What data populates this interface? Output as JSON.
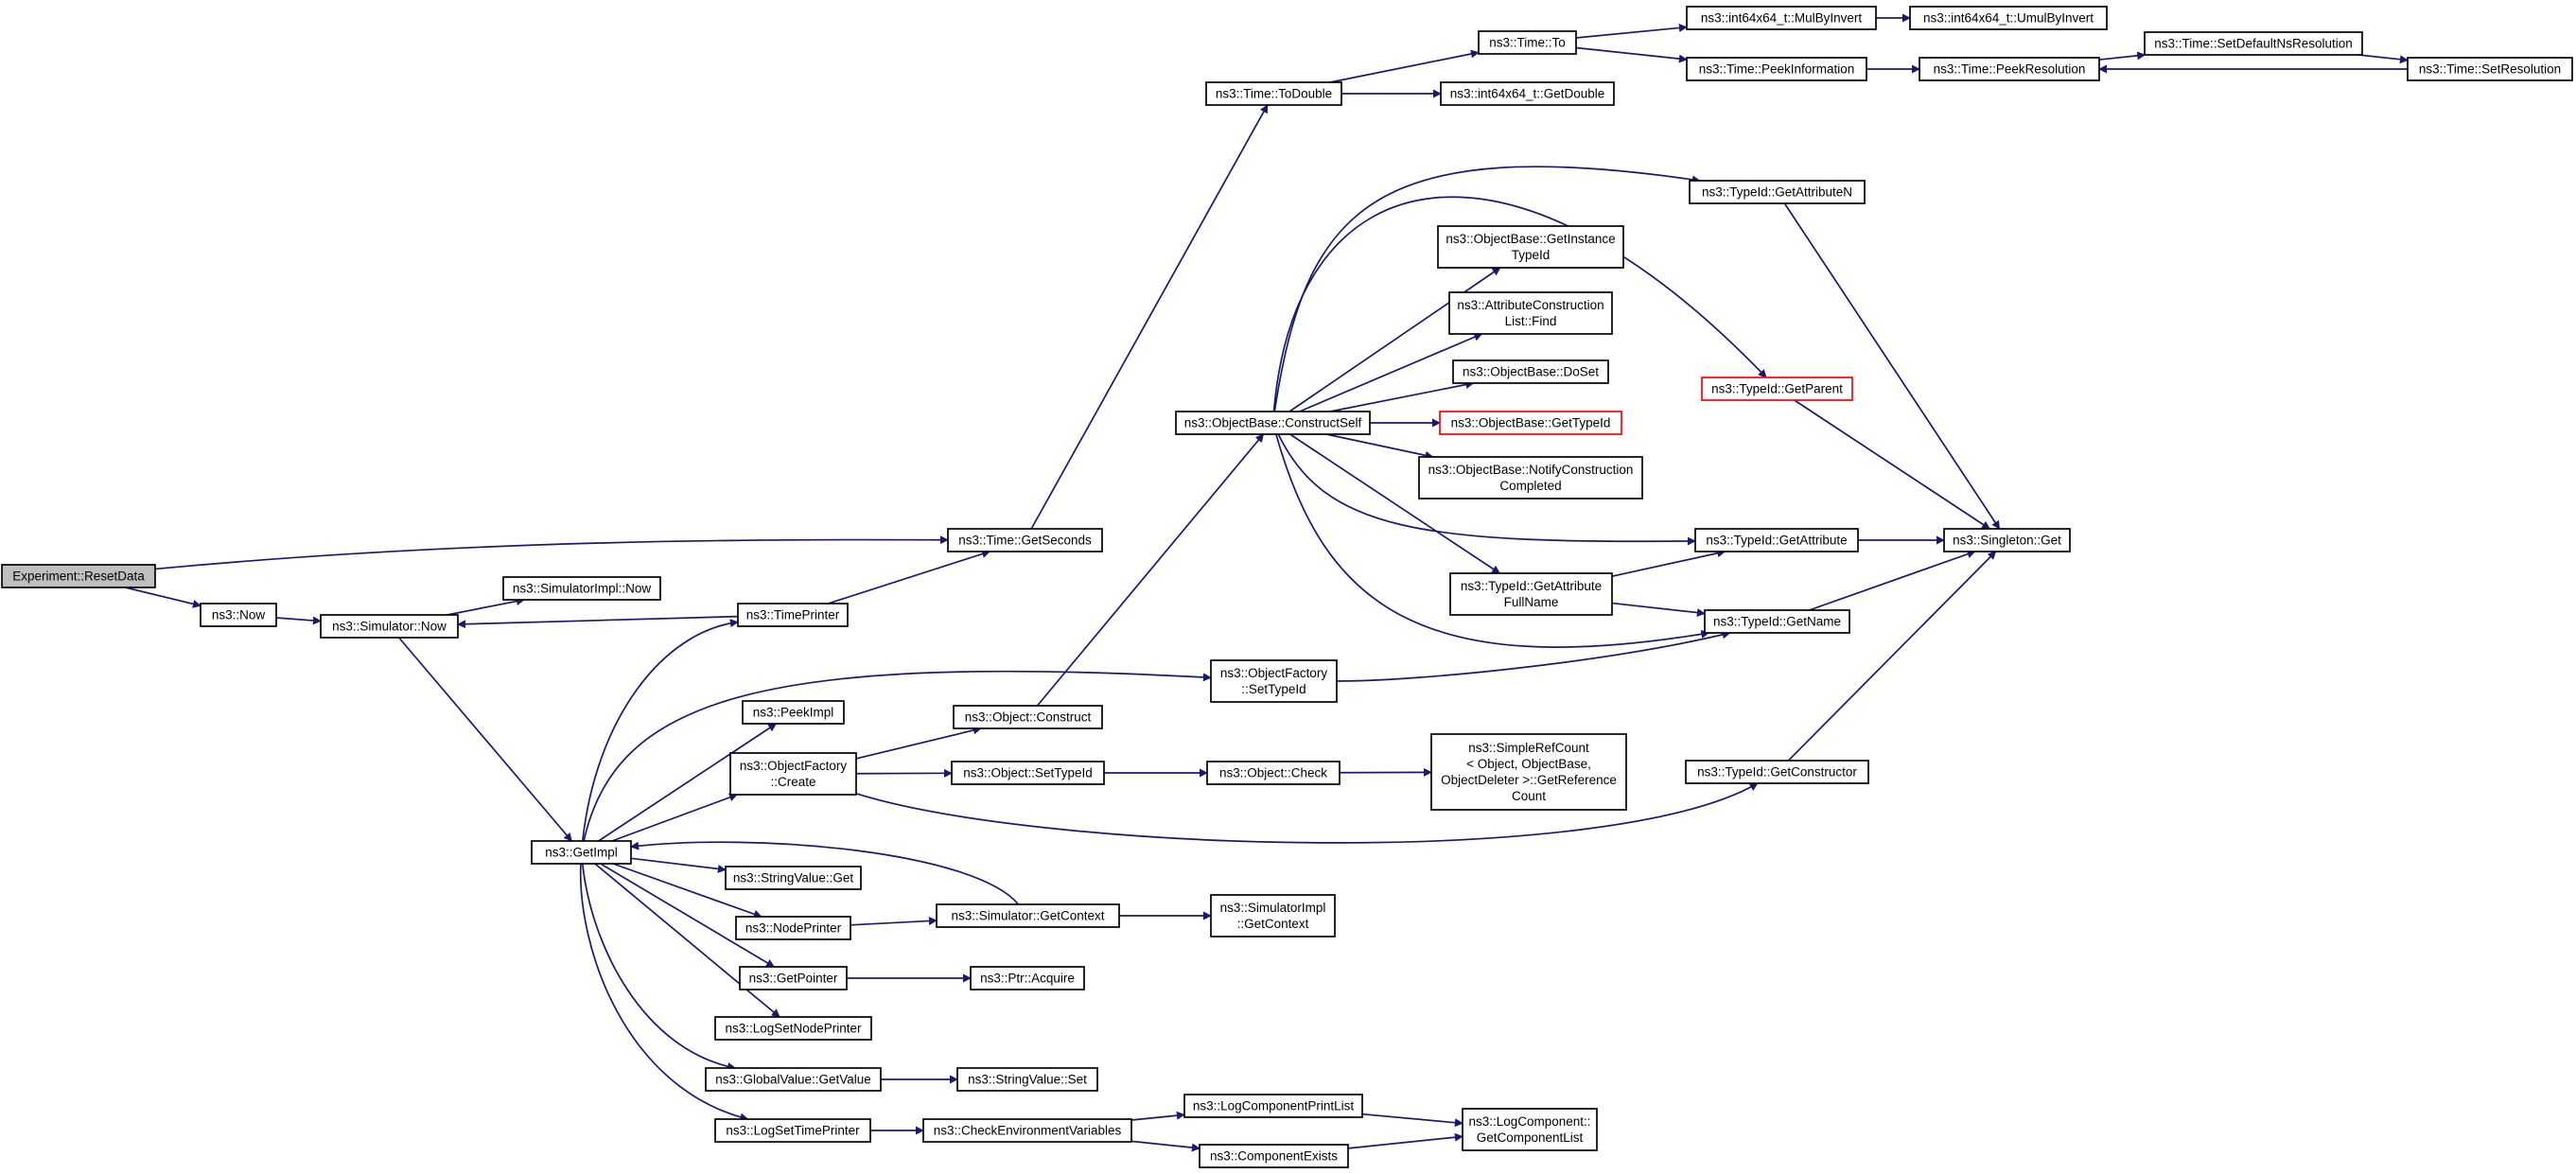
{
  "graph": {
    "root": "Experiment::ResetData",
    "edge_color": "#191970",
    "root_fill": "#bfbfbf",
    "truncated_border_color": "#ff0000",
    "nodes": [
      {
        "id": "resetdata",
        "lines": [
          "Experiment::ResetData"
        ],
        "root": true
      },
      {
        "id": "now",
        "lines": [
          "ns3::Now"
        ]
      },
      {
        "id": "simnow",
        "lines": [
          "ns3::Simulator::Now"
        ]
      },
      {
        "id": "simimplnow",
        "lines": [
          "ns3::SimulatorImpl::Now"
        ]
      },
      {
        "id": "timeprinter",
        "lines": [
          "ns3::TimePrinter"
        ]
      },
      {
        "id": "getseconds",
        "lines": [
          "ns3::Time::GetSeconds"
        ]
      },
      {
        "id": "todouble",
        "lines": [
          "ns3::Time::ToDouble"
        ]
      },
      {
        "id": "timeto",
        "lines": [
          "ns3::Time::To"
        ]
      },
      {
        "id": "getdouble",
        "lines": [
          "ns3::int64x64_t::GetDouble"
        ]
      },
      {
        "id": "mulbyinvert",
        "lines": [
          "ns3::int64x64_t::MulByInvert"
        ]
      },
      {
        "id": "umulbyinvert",
        "lines": [
          "ns3::int64x64_t::UmulByInvert"
        ]
      },
      {
        "id": "peekinfo",
        "lines": [
          "ns3::Time::PeekInformation"
        ]
      },
      {
        "id": "peekres",
        "lines": [
          "ns3::Time::PeekResolution"
        ]
      },
      {
        "id": "setdefaultns",
        "lines": [
          "ns3::Time::SetDefaultNsResolution"
        ]
      },
      {
        "id": "setres",
        "lines": [
          "ns3::Time::SetResolution"
        ]
      },
      {
        "id": "getimpl",
        "lines": [
          "ns3::GetImpl"
        ]
      },
      {
        "id": "peekimpl",
        "lines": [
          "ns3::PeekImpl"
        ]
      },
      {
        "id": "objfactcreate",
        "lines": [
          "ns3::ObjectFactory",
          "::Create"
        ]
      },
      {
        "id": "stringvalueget",
        "lines": [
          "ns3::StringValue::Get"
        ]
      },
      {
        "id": "nodeprinter",
        "lines": [
          "ns3::NodePrinter"
        ]
      },
      {
        "id": "getpointer",
        "lines": [
          "ns3::GetPointer"
        ]
      },
      {
        "id": "logsetnodeprinter",
        "lines": [
          "ns3::LogSetNodePrinter"
        ]
      },
      {
        "id": "globalvalueget",
        "lines": [
          "ns3::GlobalValue::GetValue"
        ]
      },
      {
        "id": "logsettimeprinter",
        "lines": [
          "ns3::LogSetTimePrinter"
        ]
      },
      {
        "id": "objfactsettypeid",
        "lines": [
          "ns3::ObjectFactory",
          "::SetTypeId"
        ]
      },
      {
        "id": "objconstruct",
        "lines": [
          "ns3::Object::Construct"
        ]
      },
      {
        "id": "objsettypeid",
        "lines": [
          "ns3::Object::SetTypeId"
        ]
      },
      {
        "id": "objcheck",
        "lines": [
          "ns3::Object::Check"
        ]
      },
      {
        "id": "simplerefcount",
        "lines": [
          "ns3::SimpleRefCount",
          "< Object, ObjectBase,",
          "ObjectDeleter >::GetReference",
          "Count"
        ]
      },
      {
        "id": "simgetcontext",
        "lines": [
          "ns3::Simulator::GetContext"
        ]
      },
      {
        "id": "simimplgetcontext",
        "lines": [
          "ns3::SimulatorImpl",
          "::GetContext"
        ]
      },
      {
        "id": "ptracquire",
        "lines": [
          "ns3::Ptr::Acquire"
        ]
      },
      {
        "id": "stringvalueset",
        "lines": [
          "ns3::StringValue::Set"
        ]
      },
      {
        "id": "checkenv",
        "lines": [
          "ns3::CheckEnvironmentVariables"
        ]
      },
      {
        "id": "logcompprintlist",
        "lines": [
          "ns3::LogComponentPrintList"
        ]
      },
      {
        "id": "compexists",
        "lines": [
          "ns3::ComponentExists"
        ]
      },
      {
        "id": "getcomplist",
        "lines": [
          "ns3::LogComponent::",
          "GetComponentList"
        ]
      },
      {
        "id": "constructself",
        "lines": [
          "ns3::ObjectBase::ConstructSelf"
        ]
      },
      {
        "id": "getinstancetypeid",
        "lines": [
          "ns3::ObjectBase::GetInstance",
          "TypeId"
        ]
      },
      {
        "id": "attrconstrfind",
        "lines": [
          "ns3::AttributeConstruction",
          "List::Find"
        ]
      },
      {
        "id": "doset",
        "lines": [
          "ns3::ObjectBase::DoSet"
        ]
      },
      {
        "id": "objbasegettypeid",
        "lines": [
          "ns3::ObjectBase::GetTypeId"
        ],
        "truncated": true
      },
      {
        "id": "notifyconstr",
        "lines": [
          "ns3::ObjectBase::NotifyConstruction",
          "Completed"
        ]
      },
      {
        "id": "getattrfullname",
        "lines": [
          "ns3::TypeId::GetAttribute",
          "FullName"
        ]
      },
      {
        "id": "getattributen",
        "lines": [
          "ns3::TypeId::GetAttributeN"
        ]
      },
      {
        "id": "getparent",
        "lines": [
          "ns3::TypeId::GetParent"
        ],
        "truncated": true
      },
      {
        "id": "getattribute",
        "lines": [
          "ns3::TypeId::GetAttribute"
        ]
      },
      {
        "id": "getname",
        "lines": [
          "ns3::TypeId::GetName"
        ]
      },
      {
        "id": "getconstructor",
        "lines": [
          "ns3::TypeId::GetConstructor"
        ]
      },
      {
        "id": "singletonget",
        "lines": [
          "ns3::Singleton::Get"
        ]
      }
    ]
  }
}
